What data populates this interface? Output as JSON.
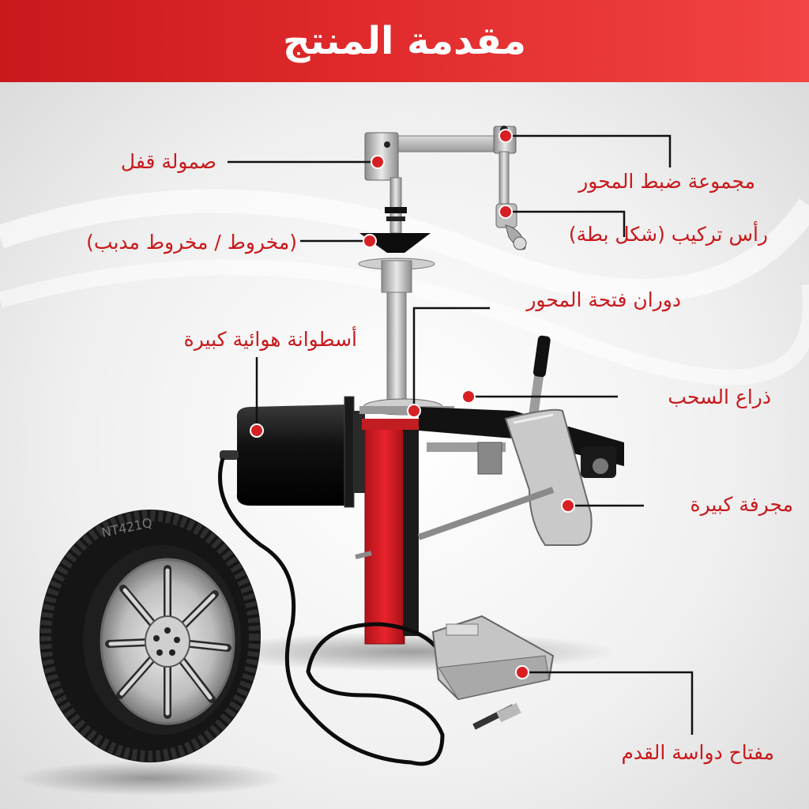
{
  "header": {
    "title": "مقدمة المنتج"
  },
  "colors": {
    "accent": "#d62024",
    "label_text": "#c8191c",
    "leader_line": "#111111"
  },
  "labels": {
    "lock_nut": "صمولة قفل",
    "axis_adjust_assembly": "مجموعة ضبط المحور",
    "mounting_head": "رأس تركيب (شكل بطة)",
    "cone": "(مخروط / مخروط مدبب)",
    "axis_opening_rotation": "دوران فتحة المحور",
    "air_cylinder": "أسطوانة هوائية كبيرة",
    "pull_arm": "ذراع السحب",
    "large_shovel": "مجرفة كبيرة",
    "foot_pedal_switch": "مفتاح دواسة القدم"
  },
  "tire": {
    "sidewall_text": "NT421Q"
  }
}
